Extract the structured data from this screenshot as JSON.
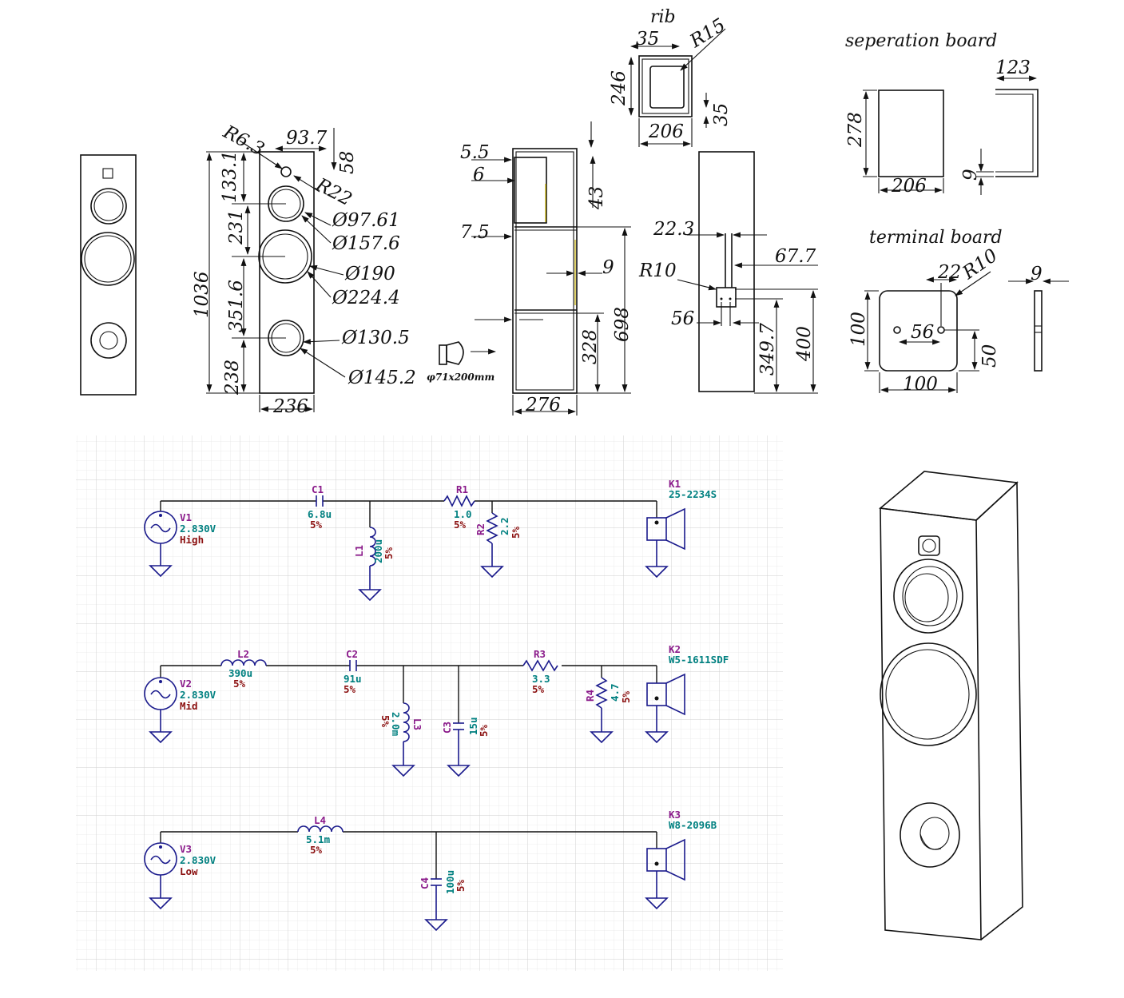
{
  "drawings": {
    "front_dims": [
      "R6.3",
      "93.7",
      "58",
      "133.1",
      "R22",
      "Ø97.61",
      "Ø157.6",
      "231",
      "1036",
      "Ø190",
      "Ø224.4",
      "351.6",
      "Ø130.5",
      "Ø145.2",
      "238",
      "236"
    ],
    "side_dims": [
      "5.5",
      "6",
      "43",
      "7.5",
      "9",
      "698",
      "328",
      "276"
    ],
    "port_label": "φ71x200mm",
    "rib": {
      "title": "rib",
      "dims": [
        "35",
        "R15",
        "246",
        "35",
        "206"
      ]
    },
    "terminal_side_dims": [
      "22.3",
      "67.7",
      "R10",
      "56",
      "349.7",
      "400"
    ],
    "separation_board": {
      "title": "seperation  board",
      "dims": [
        "123",
        "278",
        "9",
        "206"
      ]
    },
    "terminal_board": {
      "title": "terminal  board",
      "dims": [
        "22",
        "R10",
        "9",
        "100",
        "56",
        "50",
        "100"
      ]
    }
  },
  "schematic": {
    "high": {
      "V1": {
        "ref": "V1",
        "value": "2.830V",
        "name": "High"
      },
      "C1": {
        "ref": "C1",
        "value": "6.8u",
        "tol": "5%"
      },
      "L1": {
        "ref": "L1",
        "value": "200u",
        "tol": "5%"
      },
      "R1": {
        "ref": "R1",
        "value": "1.0",
        "tol": "5%"
      },
      "R2": {
        "ref": "R2",
        "value": "2.2",
        "tol": "5%"
      },
      "K1": {
        "ref": "K1",
        "value": "25-2234S"
      }
    },
    "mid": {
      "V2": {
        "ref": "V2",
        "value": "2.830V",
        "name": "Mid"
      },
      "L2": {
        "ref": "L2",
        "value": "390u",
        "tol": "5%"
      },
      "C2": {
        "ref": "C2",
        "value": "91u",
        "tol": "5%"
      },
      "L3": {
        "ref": "L3",
        "value": "2.0m",
        "tol": "5%"
      },
      "C3": {
        "ref": "C3",
        "value": "15u",
        "tol": "5%"
      },
      "R3": {
        "ref": "R3",
        "value": "3.3",
        "tol": "5%"
      },
      "R4": {
        "ref": "R4",
        "value": "4.7",
        "tol": "5%"
      },
      "K2": {
        "ref": "K2",
        "value": "W5-1611SDF"
      }
    },
    "low": {
      "V3": {
        "ref": "V3",
        "value": "2.830V",
        "name": "Low"
      },
      "L4": {
        "ref": "L4",
        "value": "5.1m",
        "tol": "5%"
      },
      "C4": {
        "ref": "C4",
        "value": "100u",
        "tol": "5%"
      },
      "K3": {
        "ref": "K3",
        "value": "W8-2096B"
      }
    }
  }
}
